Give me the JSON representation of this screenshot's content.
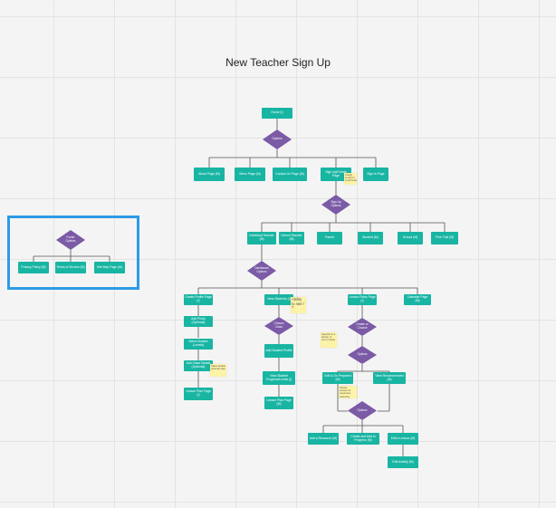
{
  "title": "New Teacher Sign Up",
  "colors": {
    "node": "#19b5a3",
    "decision": "#7b5aa6",
    "note": "#fdf3a6",
    "frame": "#2d9be6",
    "line": "#555555"
  },
  "main_nodes": {
    "home": "Home (I)",
    "options_decision": "Options",
    "about": "About Page (M)",
    "menu": "Menu Page (M)",
    "contact": "Contact Us Page (M)",
    "signup": "Sign Up/Create Page",
    "signin": "Sign In Page",
    "signup_options_decision": "Sign Up Options",
    "individual": "Individual Teacher (M)",
    "school": "School Teacher (M)",
    "parent": "Parent",
    "student": "Student (M)",
    "school_b": "School (M)",
    "free_trial": "Free Trial (M)",
    "dashboard_decision": "Dashboard Options",
    "create_profile": "Create Profile Page (I)",
    "view_students": "View Students (I)",
    "lesson_plans": "Lesson Plans Page (I)",
    "calendar": "Calendar Page (M)",
    "add_photo": "Add Photo (Optional)",
    "select_grades": "Select Grades (Levels)",
    "add_class": "Add Class Details (Optional)",
    "lesson_plan_page": "Lesson Plan Page (I)",
    "choose_class_decision": "Choose Class",
    "add_student": "Add Student Profile",
    "view_student_progress": "View Student Progress/Levels (I)",
    "lesson_plan_page_2": "Lesson Plan Page (M)",
    "create_or_choose_decision": "Create or Choose",
    "options_decision_2": "Options",
    "edit_plans": "Edit & Go Prepared (M)",
    "view_recommended": "View Recommended (M)",
    "options_decision_3": "Options",
    "add_resources": "Add a Resource (M)",
    "create_edit": "Create and Add to Progress (M)",
    "edit_lesson": "Edit a Lesson (M)",
    "edit_activity": "Edit Activity (M)"
  },
  "notes": {
    "note_signup": "Check email for confirmation",
    "note_ability": "Ability to rate / ?",
    "note_class": "Class details optional step",
    "note_choose": "Specific to a lesson or unit of study",
    "note_options": "Shows lessons & resources saved by teacher"
  },
  "frame_nodes": {
    "frame_decision": "Footer Options",
    "privacy": "Privacy Policy (M)",
    "terms": "Terms of Service (M)",
    "site_map": "Site Map Page (M)"
  }
}
